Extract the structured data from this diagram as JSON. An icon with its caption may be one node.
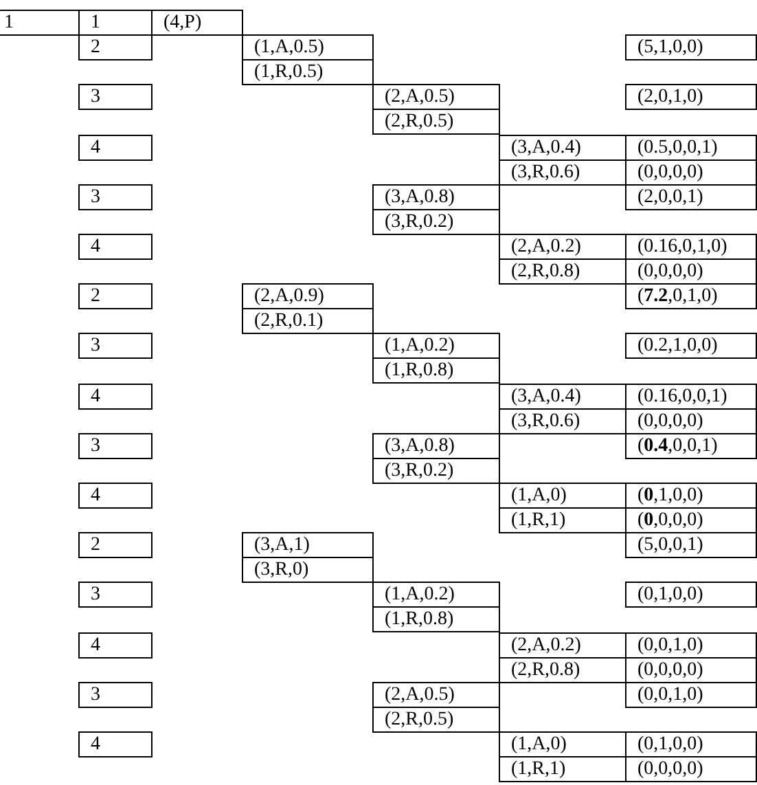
{
  "diagram": {
    "labels": [
      "1",
      "1",
      "(4,P)",
      "2",
      "(1,A,0.5)",
      "(5,1,0,0)",
      "(1,R,0.5)",
      "3",
      "(2,A,0.5)",
      "(2,0,1,0)",
      "(2,R,0.5)",
      "4",
      "(3,A,0.4)",
      "(0.5,0,0,1)",
      "(3,R,0.6)",
      "(0,0,0,0)",
      "3",
      "(3,A,0.8)",
      "(2,0,0,1)",
      "(3,R,0.2)",
      "4",
      "(2,A,0.2)",
      "(0.16,0,1,0)",
      "(2,R,0.8)",
      "(0,0,0,0)",
      "2",
      "(2,A,0.9)",
      "(**7.2**,0,1,0)",
      "(2,R,0.1)",
      "3",
      "(1,A,0.2)",
      "(0.2,1,0,0)",
      "(1,R,0.8)",
      "4",
      "(3,A,0.4)",
      "(0.16,0,0,1)",
      "(3,R,0.6)",
      "(0,0,0,0)",
      "3",
      "(3,A,0.8)",
      "(**0.4**,0,0,1)",
      "(3,R,0.2)",
      "4",
      "(1,A,0)",
      "(**0**,1,0,0)",
      "(1,R,1)",
      "(**0**,0,0,0)",
      "2",
      "(3,A,1)",
      "(5,0,0,1)",
      "(3,R,0)",
      "3",
      "(1,A,0.2)",
      "(0,1,0,0)",
      "(1,R,0.8)",
      "4",
      "(2,A,0.2)",
      "(0,0,1,0)",
      "(2,R,0.8)",
      "(0,0,0,0)",
      "3",
      "(2,A,0.5)",
      "(0,0,1,0)",
      "(2,R,0.5)",
      "4",
      "(1,A,0)",
      "(0,1,0,0)",
      "(1,R,1)",
      "(0,0,0,0)"
    ]
  }
}
